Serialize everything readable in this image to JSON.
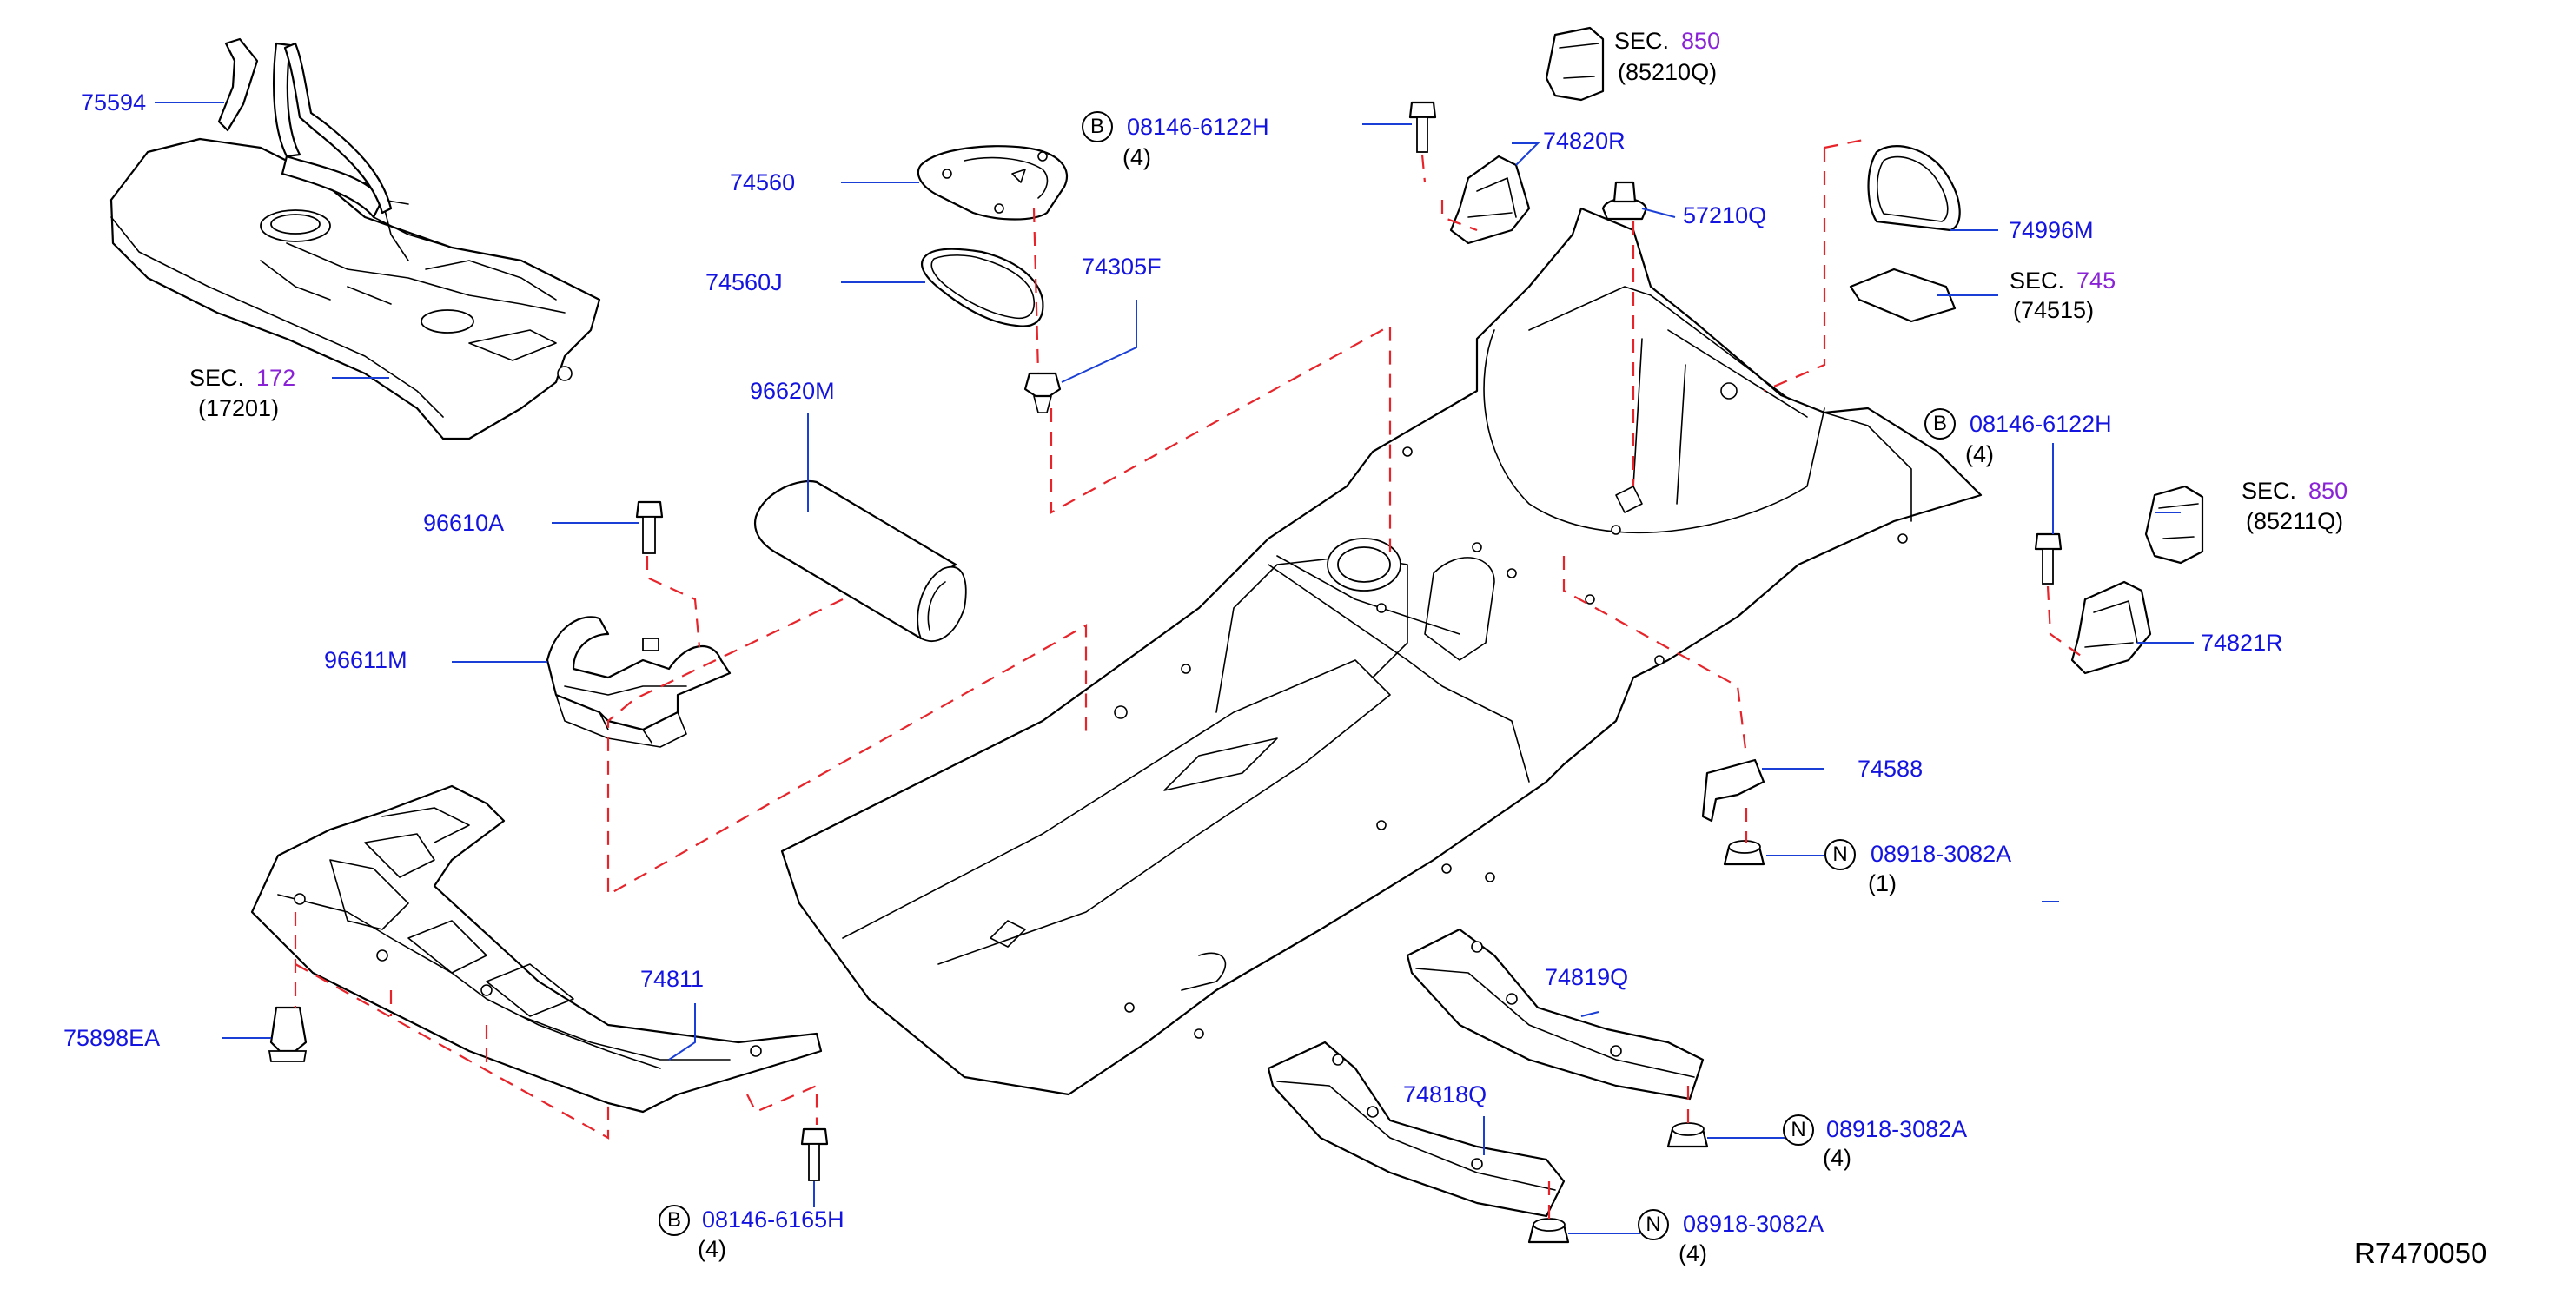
{
  "diagram_id": "R7470050",
  "sec_prefix": "SEC.",
  "parts": {
    "p75594": "75594",
    "p74560": "74560",
    "p74560J": "74560J",
    "p74305F": "74305F",
    "p96620M": "96620M",
    "p96610A": "96610A",
    "p96611M": "96611M",
    "p74820R": "74820R",
    "p57210Q": "57210Q",
    "p74996M": "74996M",
    "p74821R": "74821R",
    "p74588": "74588",
    "p74811": "74811",
    "p75898EA": "75898EA",
    "p74819Q": "74819Q",
    "p74818Q": "74818Q"
  },
  "sections": {
    "s172": {
      "num": "172",
      "sub": "(17201)"
    },
    "s850a": {
      "num": "850",
      "sub": "(85210Q)"
    },
    "s745": {
      "num": "745",
      "sub": "(74515)"
    },
    "s850b": {
      "num": "850",
      "sub": "(85211Q)"
    }
  },
  "fasteners": {
    "b1": {
      "marker": "B",
      "code": "08146-6122H",
      "qty": "(4)"
    },
    "b2": {
      "marker": "B",
      "code": "08146-6122H",
      "qty": "(4)"
    },
    "b3": {
      "marker": "B",
      "code": "08146-6165H",
      "qty": "(4)"
    },
    "n1": {
      "marker": "N",
      "code": "08918-3082A",
      "qty": "(1)"
    },
    "n2": {
      "marker": "N",
      "code": "08918-3082A",
      "qty": "(4)"
    },
    "n3": {
      "marker": "N",
      "code": "08918-3082A",
      "qty": "(4)"
    }
  },
  "colors": {
    "part_number": "#1414e0",
    "section_number": "#8a22d6",
    "leader": "#1a3fd6",
    "phantom_line": "#e8242b"
  }
}
